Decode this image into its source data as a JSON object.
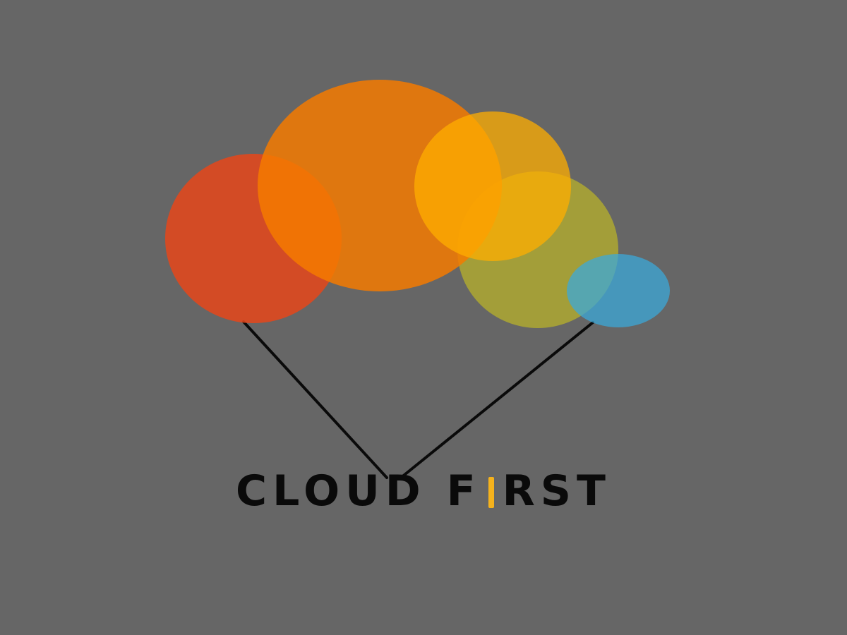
{
  "brand": {
    "word1": "CLOUD",
    "word2_start": "F",
    "word2_accent": "I",
    "word2_end": "RST",
    "accent_color": "#F5B21C",
    "text_color": "#0A0A0A"
  },
  "background_color": "#666666",
  "palette": {
    "red": "#E04E1A",
    "orange": "#EC7A0E",
    "amber": "#F2A814",
    "olive": "#A9A63A",
    "blue": "#44A6C8",
    "string": "#0A0A0A"
  }
}
